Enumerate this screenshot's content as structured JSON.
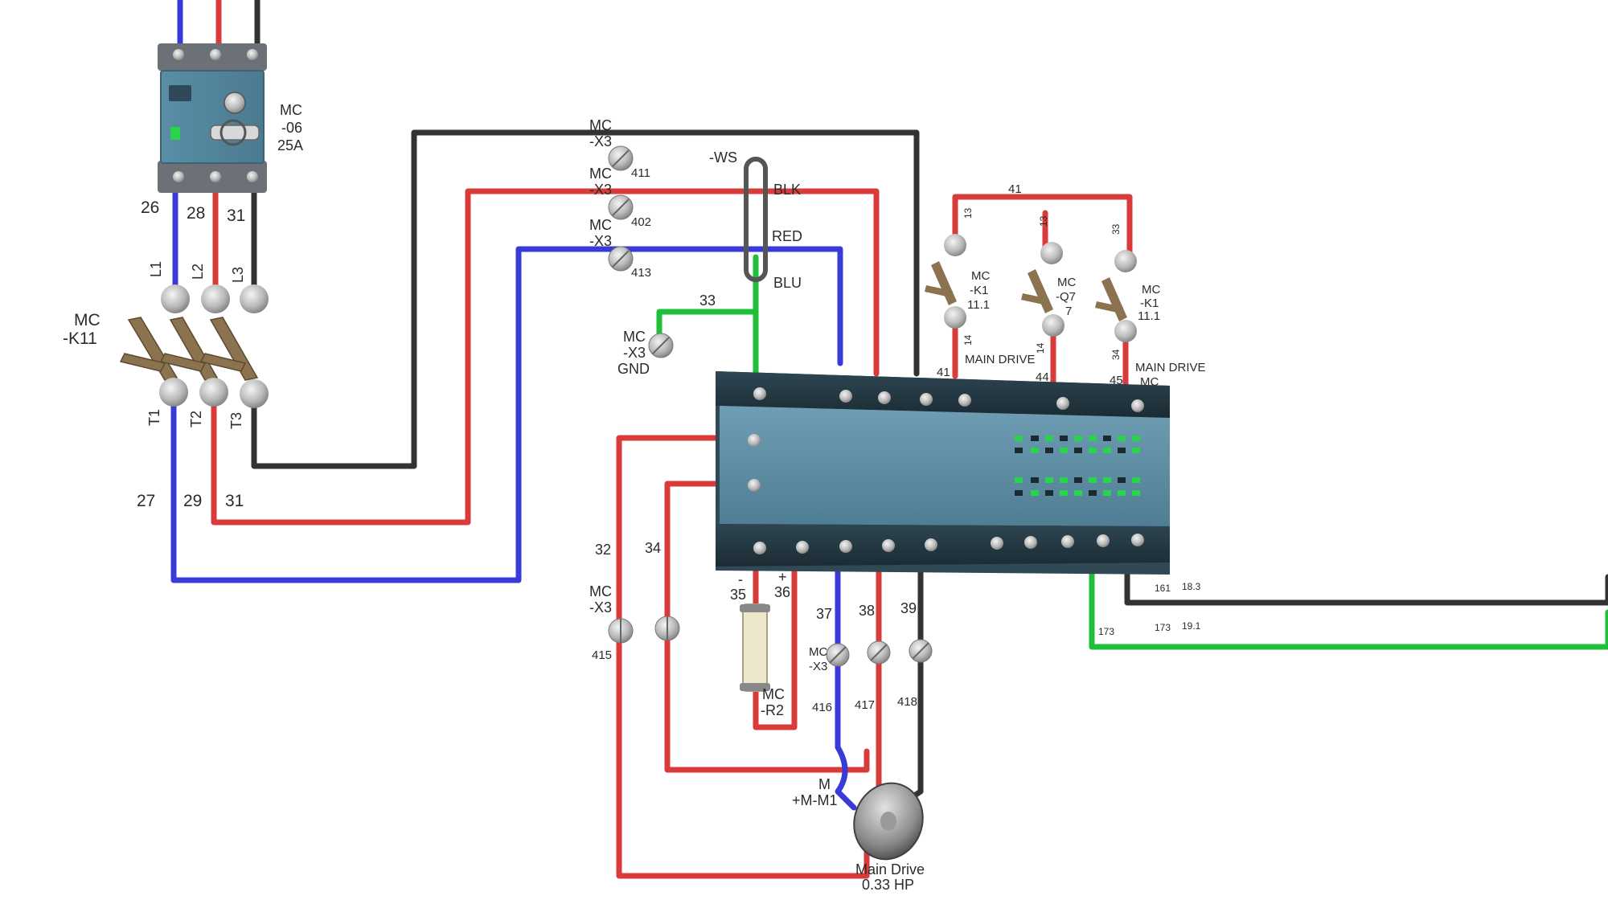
{
  "wire_colors": {
    "blue": "#3a3ad8",
    "red": "#d93a3a",
    "black": "#333333",
    "green": "#1fbf3a"
  },
  "breaker": {
    "tag_line1": "MC",
    "tag_line2": "-06",
    "rating": "25A",
    "top_wires": [
      "26",
      "28",
      "31"
    ]
  },
  "contactor": {
    "tag_line1": "MC",
    "tag_line2": "-K11",
    "line_terms": [
      "L1",
      "L2",
      "L3"
    ],
    "load_terms": [
      "T1",
      "T2",
      "T3"
    ],
    "bottom_wires": [
      "27",
      "29",
      "31"
    ]
  },
  "harness": {
    "tag": "-WS",
    "colors": [
      "BLK",
      "RED",
      "BLU"
    ]
  },
  "terminals_x3": [
    {
      "tag_line1": "MC",
      "tag_line2": "-X3",
      "num": "411"
    },
    {
      "tag_line1": "MC",
      "tag_line2": "-X3",
      "num": "402"
    },
    {
      "tag_line1": "MC",
      "tag_line2": "-X3",
      "num": "413"
    }
  ],
  "ground": {
    "tag_line1": "MC",
    "tag_line2": "-X3",
    "tag_line3": "GND",
    "wire": "33"
  },
  "contacts": {
    "top_wire": "41",
    "k1_a": {
      "tag_line1": "MC",
      "tag_line2": "-K1",
      "tag_line3": "11.1",
      "t_top": "13",
      "t_bot": "14"
    },
    "q7": {
      "tag_line1": "MC",
      "tag_line2": "-Q7",
      "tag_line3": "7",
      "t_top": "13",
      "t_bot": "14"
    },
    "k1_b": {
      "tag_line1": "MC",
      "tag_line2": "-K1",
      "tag_line3": "11.1",
      "t_top": "33",
      "t_bot": "34"
    },
    "drive_left": "MAIN DRIVE",
    "drive_right_line1": "MAIN DRIVE",
    "drive_right_line2": "MC",
    "out_wires": [
      "41",
      "44",
      "45"
    ]
  },
  "outputs": {
    "wire_black": "161",
    "ref_black": "18.3",
    "wire_green_a": "173",
    "wire_green_b": "173",
    "ref_green": "19.1"
  },
  "lower": {
    "left_wires": [
      "32",
      "34"
    ],
    "left_tag_line1": "MC",
    "left_tag_line2": "-X3",
    "left_num": "415",
    "minus": "-",
    "plus": "+",
    "res_wires": [
      "35",
      "36"
    ],
    "resistor_tag_line1": "MC",
    "resistor_tag_line2": "-R2",
    "motor_wires": [
      "37",
      "38",
      "39"
    ],
    "motor_term_tag_line1": "MC",
    "motor_term_tag_line2": "-X3",
    "motor_term_nums": [
      "416",
      "417",
      "418"
    ]
  },
  "motor": {
    "tag_line1": "M",
    "tag_line2": "+M-M1",
    "name": "Main Drive",
    "power": "0.33 HP"
  }
}
